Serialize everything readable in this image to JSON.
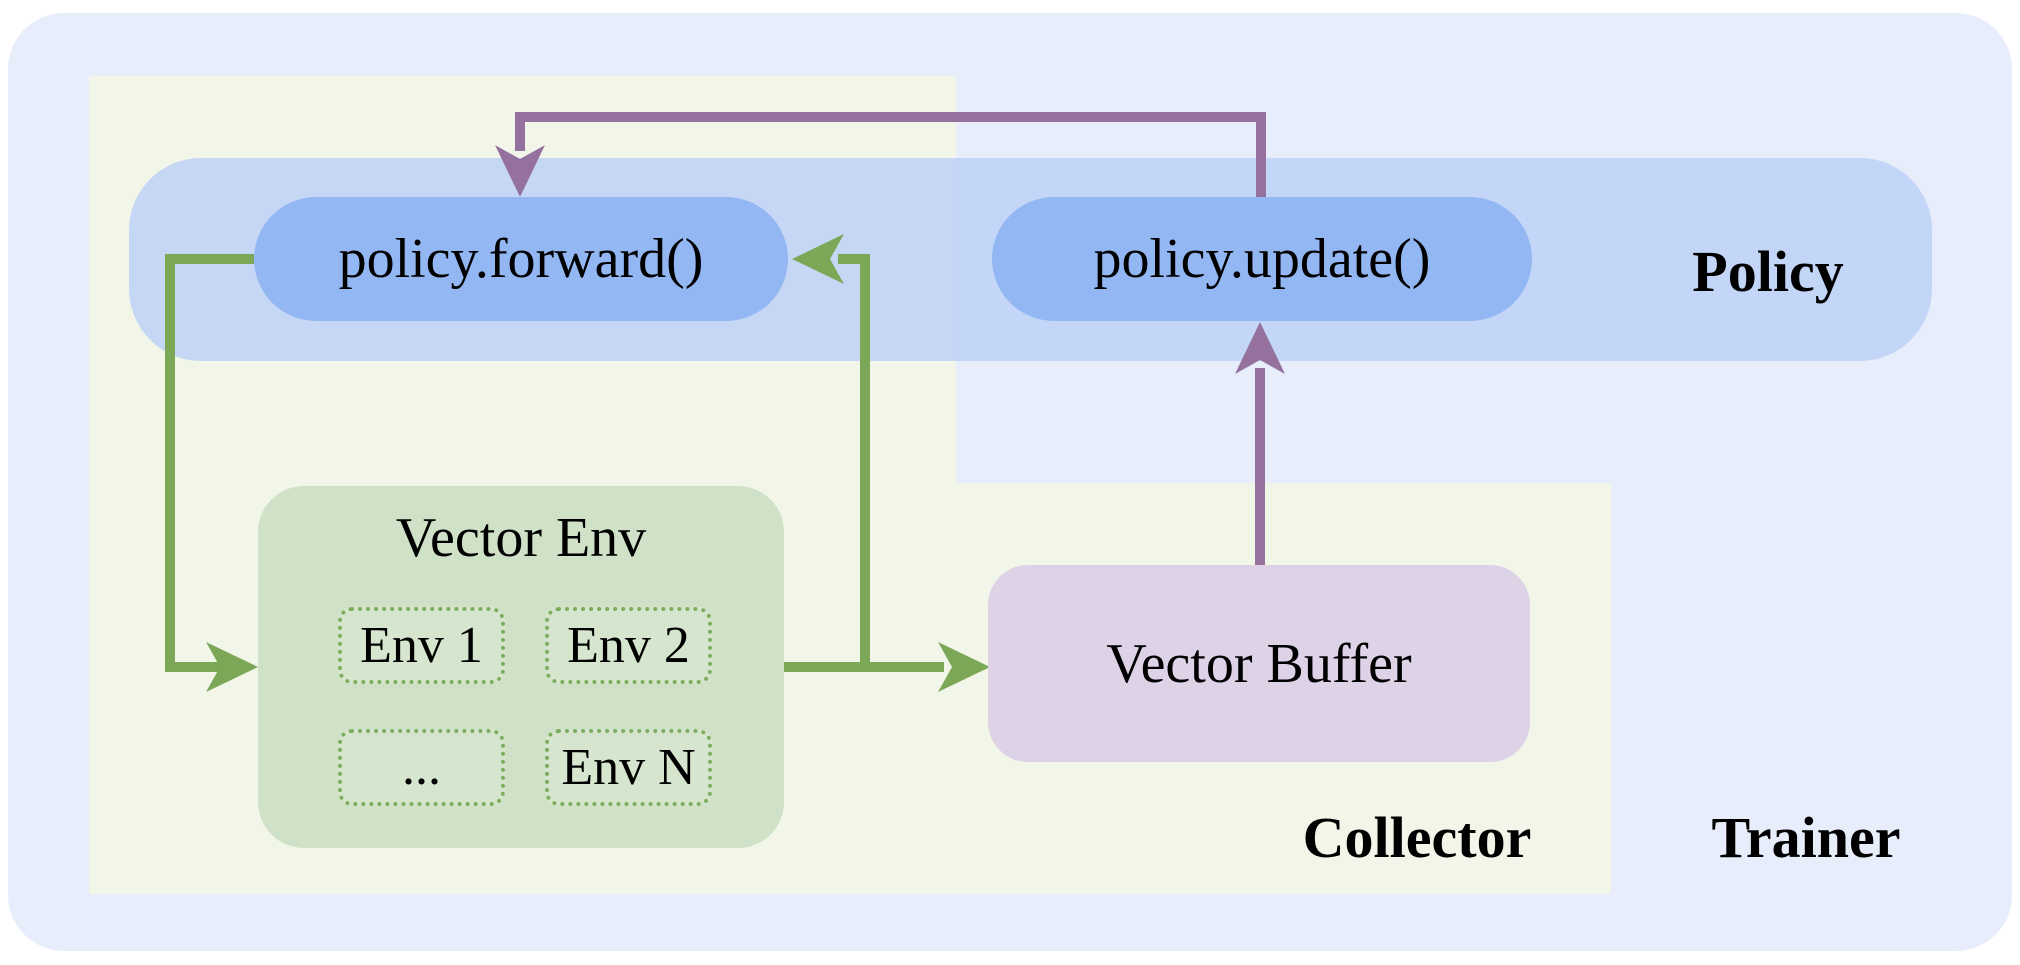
{
  "regions": {
    "trainer": {
      "label": "Trainer"
    },
    "collector": {
      "label": "Collector"
    },
    "policy": {
      "label": "Policy"
    }
  },
  "nodes": {
    "policy_forward": {
      "label": "policy.forward()"
    },
    "policy_update": {
      "label": "policy.update()"
    },
    "vector_env": {
      "label": "Vector Env",
      "envs": [
        "Env 1",
        "Env 2",
        "...",
        "Env N"
      ]
    },
    "vector_buffer": {
      "label": "Vector Buffer"
    }
  },
  "edges": [
    {
      "from": "policy.forward()",
      "to": "Vector Env",
      "color": "green"
    },
    {
      "from": "Vector Env",
      "to": "Vector Buffer",
      "color": "green"
    },
    {
      "from": "Vector Env",
      "to": "policy.forward()",
      "color": "green"
    },
    {
      "from": "Vector Buffer",
      "to": "policy.update()",
      "color": "purple"
    },
    {
      "from": "policy.update()",
      "to": "policy.forward()",
      "color": "purple"
    }
  ],
  "colors": {
    "page-bg": "#ffffff",
    "trainer-bg": "#e7edfb",
    "collector-bg": "#f2f6e8",
    "policy-band-bg": "rgba(186,207,247,0.80)",
    "pill-bg": "#93b7f3",
    "env-box-bg": "#cfe1c7",
    "env-item-bg": "#d6e5cd",
    "env-item-border": "#7fad5e",
    "buffer-bg": "#ded2e7",
    "arrow-green": "#7ca757",
    "arrow-purple": "#95719e",
    "text": "#000000"
  }
}
